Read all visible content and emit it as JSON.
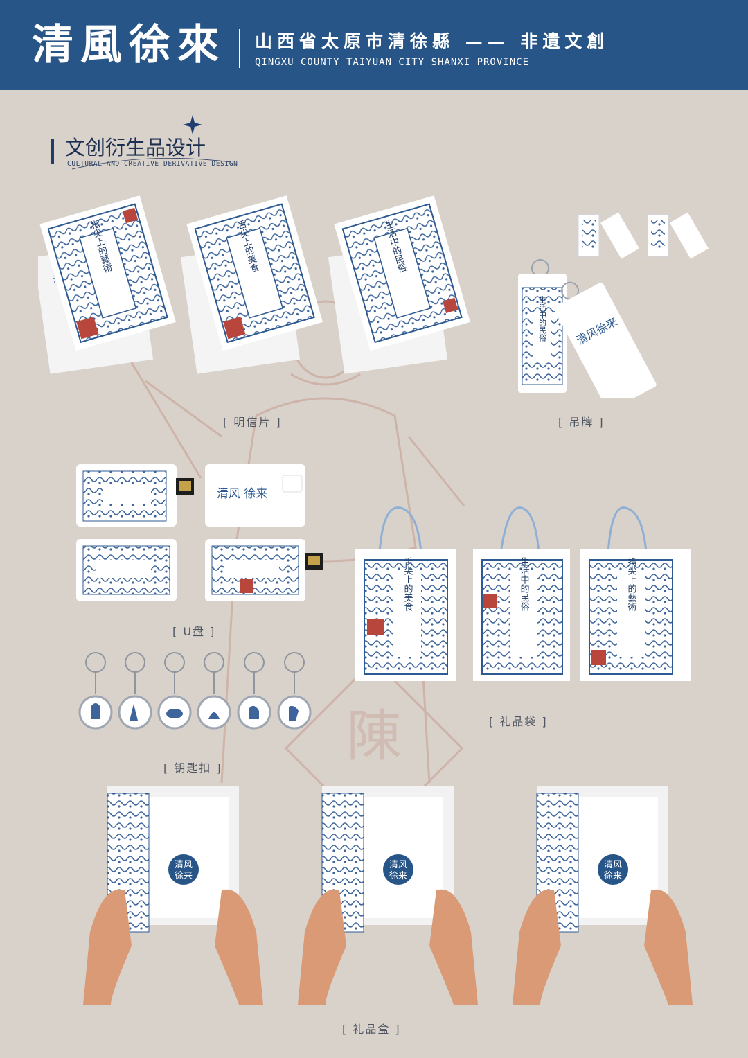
{
  "header": {
    "brand": "清風徐來",
    "subtitle_cn": "山西省太原市清徐縣 —— 非遺文創",
    "subtitle_en": "QINGXU COUNTY TAIYUAN CITY SHANXI PROVINCE"
  },
  "section": {
    "title": "文创衍生品设计",
    "subtitle": "CULTURAL AND CREATIVE DERIVATIVE DESIGN"
  },
  "captions": {
    "postcards": "[ 明信片 ]",
    "tags": "[ 吊牌 ]",
    "usb": "[ U盘 ]",
    "keychains": "[ 钥匙扣 ]",
    "bags": "[ 礼品袋 ]",
    "boxes": "[ 礼品盒 ]"
  },
  "product_text": {
    "card_series": [
      "指尖上的藝術",
      "舌尖上的美食",
      "生活中的民俗"
    ],
    "logo_short": "清风徐来",
    "usb_logo": "清风 徐来",
    "seal_line1": "清风",
    "seal_line2": "徐来"
  },
  "colors": {
    "header_bg": "#285587",
    "page_bg": "#d8d2cb",
    "ink_blue": "#2e5a92",
    "seal_red": "#b8463c"
  }
}
